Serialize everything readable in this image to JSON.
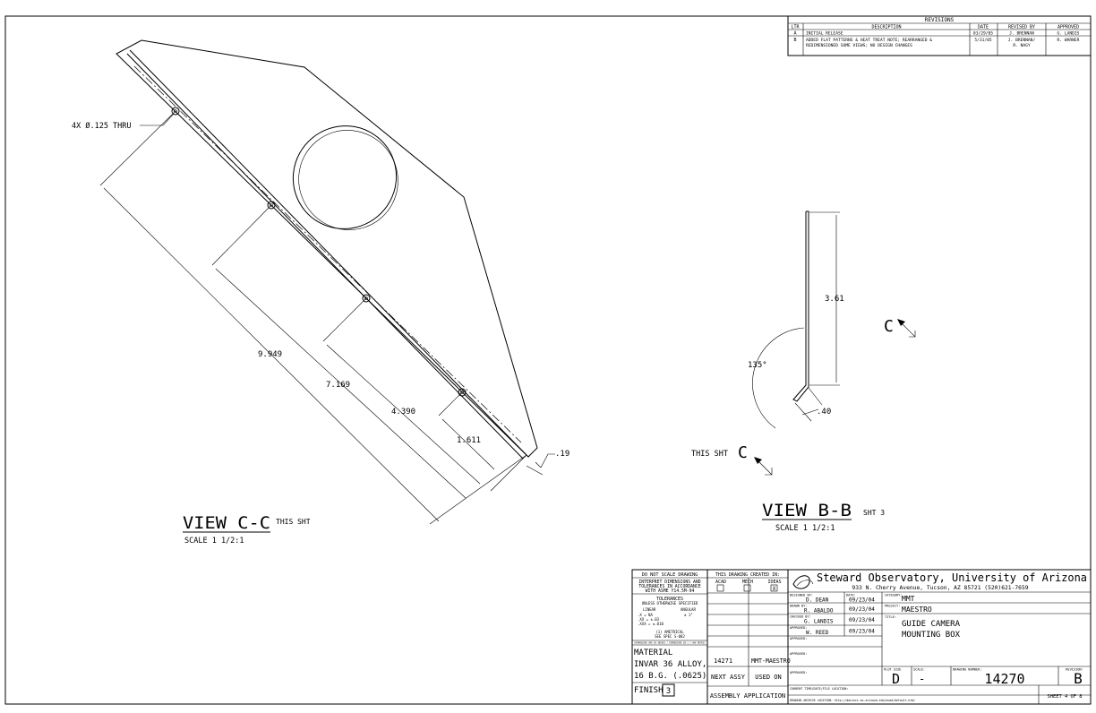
{
  "revisions": {
    "title": "REVISIONS",
    "headers": [
      "LTR",
      "DESCRIPTION",
      "DATE",
      "REVISED BY",
      "APPROVED"
    ],
    "rows": [
      {
        "ltr": "A",
        "desc1": "INITIAL RELEASE",
        "desc2": "",
        "date": "03/29/05",
        "rev1": "J. BRENNAN",
        "rev2": "",
        "approved": "G. LANDIS"
      },
      {
        "ltr": "B",
        "desc1": "ADDED FLAT PATTERNS & HEAT TREAT NOTE; REARRANGED &",
        "desc2": "REDIMENSIONED SOME VIEWS; NO DESIGN CHANGES",
        "date": "5/31/05",
        "rev1": "J. BRENNAN/",
        "rev2": "R. NAGY",
        "approved": "R. WARNER"
      }
    ]
  },
  "view_cc": {
    "hole_callout": "4X Ø.125 THRU",
    "dims": [
      "9.949",
      "7.169",
      "4.390",
      "1.611",
      ".19"
    ],
    "label": "VIEW C-C",
    "sheet_ref": "THIS SHT",
    "scale": "SCALE 1 1/2:1"
  },
  "view_bb": {
    "height_dim": "3.61",
    "angle_dim": "135°",
    "leg_dim": ".40",
    "section_letter": "C",
    "this_sht": "THIS SHT",
    "label": "VIEW B-B",
    "sheet_ref": "SHT 3",
    "scale": "SCALE 1 1/2:1"
  },
  "title_block": {
    "dnsd": "DO NOT SCALE DRAWING",
    "interpret": [
      "INTERPRET DIMENSIONS AND",
      "TOLERANCES IN ACCORDANCE",
      "WITH ASME Y14.5M-94"
    ],
    "tol_title": [
      "TOLERANCES",
      "UNLESS OTHERWISE SPECIFIED"
    ],
    "tol_linear": "LINEAR",
    "tol_angular": "ANGULAR",
    "tol_lines": [
      ".X   = NA",
      ".XX  = ±.03",
      ".XXX = ±.010"
    ],
    "tol_angle_val": "± 1°",
    "tol_note": [
      "(1) AMETRICAL",
      "SEE SPEC S-002"
    ],
    "tol_footer": "DIMENSIONS ARE IN INCHES / DIMENSIONS IN [ ] ARE METRIC",
    "material_label": "MATERIAL",
    "material": [
      "INVAR 36 ALLOY,",
      "16 B.G. (.0625)"
    ],
    "finish_label": "FINISH",
    "finish_value": "3",
    "created_in": "THIS DRAWING CREATED IN:",
    "cad_options": [
      "ACAD",
      "MECH",
      "IDEAS"
    ],
    "cad_checked": "X",
    "next_assy_value": "14271",
    "used_on_value": "MMT-MAESTRO",
    "next_assy_label": "NEXT ASSY",
    "used_on_label": "USED ON",
    "assembly_app": "ASSEMBLY APPLICATION",
    "org_name": "Steward Observatory, University of Arizona",
    "org_address": "933 N. Cherry Avenue, Tucson, AZ  85721   (520)621-7659",
    "designed_label": "DESIGNED BY:",
    "designed_by": "D. DEAN",
    "date_label": "DATE:",
    "designed_date": "09/23/04",
    "drawn_label": "DRAWN BY:",
    "drawn_by": "R. ABALDO",
    "drawn_date": "09/23/04",
    "checked_label": "CHECKED BY:",
    "checked_by": "G. LANDIS",
    "checked_date": "09/23/04",
    "approved_label": "APPROVED:",
    "approved_by": "W. REED",
    "approved_date": "09/23/04",
    "category_label": "CATEGORY:",
    "category": "MMT",
    "project_label": "PROJECT:",
    "project": "MAESTRO",
    "title_label": "TITLE:",
    "title": [
      "GUIDE CAMERA",
      "MOUNTING BOX"
    ],
    "plot_size_label": "PLOT SIZE",
    "plot_size": "D",
    "scale_label": "SCALE:",
    "scale": "-",
    "drawing_number_label": "DRAWING NUMBER:",
    "drawing_number": "14270",
    "revision_label": "REVISION:",
    "revision": "B",
    "current_time_label": "CURRENT TIME/DATE/FILE LOCATION:",
    "archive_label": "DRAWING ARCHIVE LOCATION: http://davinci.as.arizona.edu/acad/default.html",
    "sheet": "SHEET 4 OF 8"
  }
}
